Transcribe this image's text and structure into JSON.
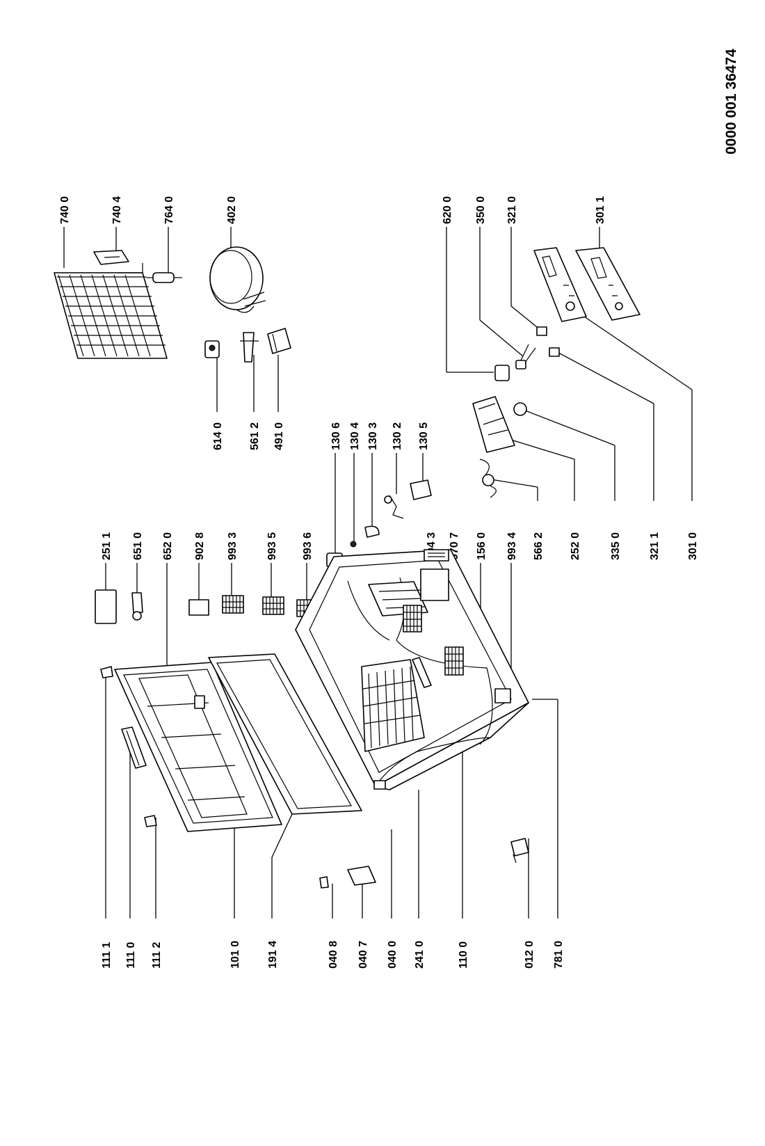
{
  "document_number": "0000 001 36474",
  "part_labels": {
    "p7400": "740 0",
    "p7404": "740 4",
    "p7640": "764 0",
    "p4020": "402 0",
    "p6140": "614 0",
    "p5612": "561 2",
    "p4910": "491 0",
    "p1306": "130 6",
    "p1304": "130 4",
    "p1303": "130 3",
    "p1302": "130 2",
    "p1305": "130 5",
    "p2511": "251 1",
    "p6510": "651 0",
    "p6520": "652 0",
    "p9028": "902 8",
    "p9933": "993 3",
    "p9935": "993 5",
    "p9936": "993 6",
    "p2043": "204 3",
    "p0707": "070 7",
    "p1560": "156 0",
    "p9934": "993 4",
    "p5662": "566 2",
    "p2520": "252 0",
    "p3350": "335 0",
    "p3211": "321 1",
    "p3010": "301 0",
    "p6200": "620 0",
    "p3500": "350 0",
    "p3210": "321 0",
    "p3011": "301 1",
    "p1111": "111 1",
    "p1110": "111 0",
    "p1112": "111 2",
    "p1010": "101 0",
    "p1914": "191 4",
    "p0408": "040 8",
    "p0407": "040 7",
    "p0400": "040 0",
    "p2410": "241 0",
    "p1100": "110 0",
    "p0120": "012 0",
    "p7810": "781 0"
  }
}
